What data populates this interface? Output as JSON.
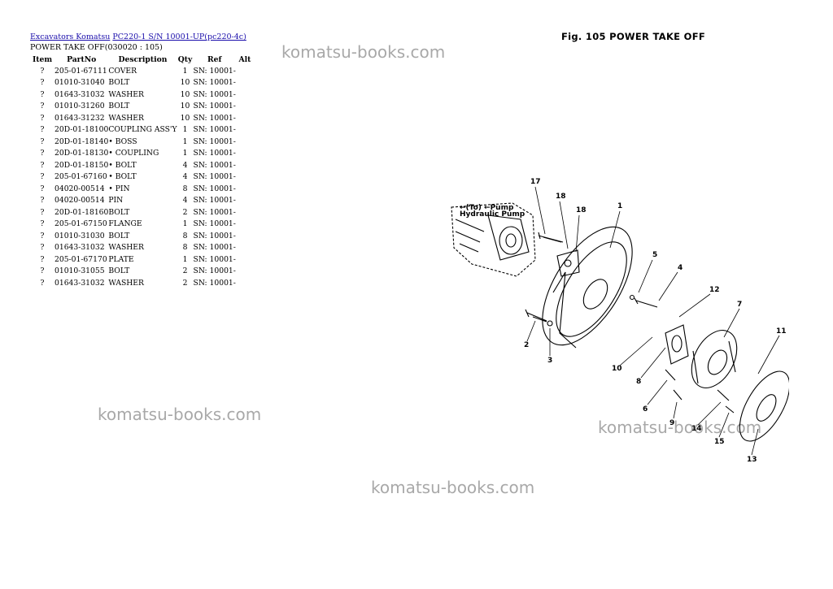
{
  "breadcrumb": {
    "link1": "Excavators Komatsu",
    "link2": "PC220-1 S/N 10001-UP(pc220-4c)"
  },
  "section_title": "POWER TAKE OFF(030020 : 105)",
  "figure_title": "Fig. 105   POWER TAKE OFF",
  "watermark": "komatsu-books.com",
  "table": {
    "headers": [
      "Item",
      "PartNo",
      "Description",
      "Qty",
      "Ref",
      "Alt"
    ],
    "rows": [
      [
        "?",
        "205-01-67111",
        "COVER",
        "1",
        "SN: 10001-",
        ""
      ],
      [
        "?",
        "01010-31040",
        "BOLT",
        "10",
        "SN: 10001-",
        ""
      ],
      [
        "?",
        "01643-31032",
        "WASHER",
        "10",
        "SN: 10001-",
        ""
      ],
      [
        "?",
        "01010-31260",
        "BOLT",
        "10",
        "SN: 10001-",
        ""
      ],
      [
        "?",
        "01643-31232",
        "WASHER",
        "10",
        "SN: 10001-",
        ""
      ],
      [
        "?",
        "20D-01-18100",
        "COUPLING ASS'Y",
        "1",
        "SN: 10001-",
        ""
      ],
      [
        "?",
        "20D-01-18140",
        "• BOSS",
        "1",
        "SN: 10001-",
        ""
      ],
      [
        "?",
        "20D-01-18130",
        "• COUPLING",
        "1",
        "SN: 10001-",
        ""
      ],
      [
        "?",
        "20D-01-18150",
        "• BOLT",
        "4",
        "SN: 10001-",
        ""
      ],
      [
        "?",
        "205-01-67160",
        "• BOLT",
        "4",
        "SN: 10001-",
        ""
      ],
      [
        "?",
        "04020-00514",
        "• PIN",
        "8",
        "SN: 10001-",
        ""
      ],
      [
        "?",
        "04020-00514",
        "PIN",
        "4",
        "SN: 10001-",
        ""
      ],
      [
        "?",
        "20D-01-18160",
        "BOLT",
        "2",
        "SN: 10001-",
        ""
      ],
      [
        "?",
        "205-01-67150",
        "FLANGE",
        "1",
        "SN: 10001-",
        ""
      ],
      [
        "?",
        "01010-31030",
        "BOLT",
        "8",
        "SN: 10001-",
        ""
      ],
      [
        "?",
        "01643-31032",
        "WASHER",
        "8",
        "SN: 10001-",
        ""
      ],
      [
        "?",
        "205-01-67170",
        "PLATE",
        "1",
        "SN: 10001-",
        ""
      ],
      [
        "?",
        "01010-31055",
        "BOLT",
        "2",
        "SN: 10001-",
        ""
      ],
      [
        "?",
        "01643-31032",
        "WASHER",
        "2",
        "SN: 10001-",
        ""
      ]
    ]
  },
  "diagram": {
    "callouts": [
      "17",
      "18",
      "18",
      "1",
      "5",
      "4",
      "12",
      "2",
      "3",
      "7",
      "11",
      "10",
      "8",
      "6",
      "9",
      "14",
      "15",
      "13"
    ],
    "pump_label_1": "←(To) ←Pump",
    "pump_label_2": "Hydraulic Pump"
  }
}
